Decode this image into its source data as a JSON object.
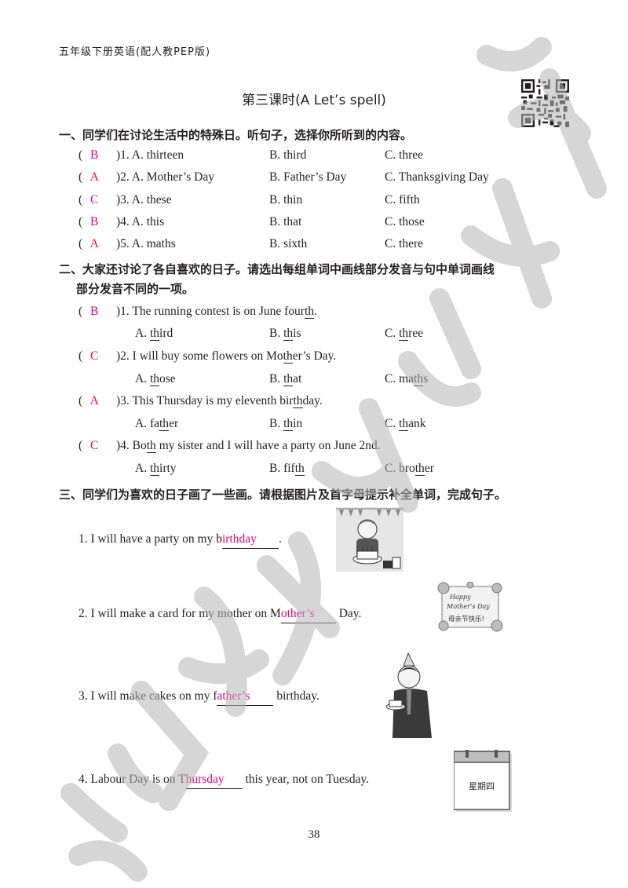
{
  "header": "五年级下册英语(配人教PEP版)",
  "lesson_title": "第三课时(A Let’s spell)",
  "page_number": "38",
  "colors": {
    "answer": "#e4007f",
    "text": "#231f20",
    "watermark": "#b5b5b5"
  },
  "section1": {
    "heading": "一、同学们在讨论生活中的特殊日。听句子，选择你所听到的内容。",
    "items": [
      {
        "answer": "B",
        "num": ")1. A. thirteen",
        "b": "B. third",
        "c": "C. three"
      },
      {
        "answer": "A",
        "num": ")2. A. Mother’s Day",
        "b": "B. Father’s Day",
        "c": "C. Thanksgiving Day"
      },
      {
        "answer": "C",
        "num": ")3. A. these",
        "b": "B. thin",
        "c": "C. fifth"
      },
      {
        "answer": "B",
        "num": ")4. A. this",
        "b": "B. that",
        "c": "C. those"
      },
      {
        "answer": "A",
        "num": ")5. A. maths",
        "b": "B. sixth",
        "c": "C. there"
      }
    ]
  },
  "section2": {
    "heading_line1": "二、大家还讨论了各自喜欢的日子。请选出每组单词中画线部分发音与句中单词画线",
    "heading_line2": "部分发音不同的一项。",
    "items": [
      {
        "answer": "B",
        "sentence_pre": ")1. The running contest is on June four",
        "sentence_ul": "th",
        "sentence_post": ".",
        "a_pre": "A. ",
        "a_ul": "th",
        "a_post": "ird",
        "b_pre": "B. ",
        "b_ul": "th",
        "b_post": "is",
        "c_pre": "C. ",
        "c_ul": "th",
        "c_post": "ree"
      },
      {
        "answer": "C",
        "sentence_pre": ")2. I will buy some flowers on Mo",
        "sentence_ul": "th",
        "sentence_post": "er’s Day.",
        "a_pre": "A. ",
        "a_ul": "th",
        "a_post": "ose",
        "b_pre": "B. ",
        "b_ul": "th",
        "b_post": "at",
        "c_pre": "C. ma",
        "c_ul": "th",
        "c_post": "s"
      },
      {
        "answer": "A",
        "sentence_pre": ")3. This Thursday is my eleventh bir",
        "sentence_ul": "th",
        "sentence_post": "day.",
        "a_pre": "A. fa",
        "a_ul": "th",
        "a_post": "er",
        "b_pre": "B. ",
        "b_ul": "th",
        "b_post": "in",
        "c_pre": "C. ",
        "c_ul": "th",
        "c_post": "ank"
      },
      {
        "answer": "C",
        "sentence_pre": ")4. Bo",
        "sentence_ul": "th",
        "sentence_post": " my sister and I will have a party on June 2nd.",
        "a_pre": "A. ",
        "a_ul": "th",
        "a_post": "irty",
        "b_pre": "B. fif",
        "b_ul": "th",
        "b_post": "",
        "c_pre": "C. bro",
        "c_ul": "th",
        "c_post": "er"
      }
    ]
  },
  "section3": {
    "heading": "三、同学们为喜欢的日子画了一些画。请根据图片及首字母提示补全单词，完成句子。",
    "items": [
      {
        "pre": "1. I will have a party on my b",
        "fill": "irthday",
        "post": "."
      },
      {
        "pre": "2. I will make a card for my mother on M",
        "fill": "other’s",
        "post": " Day."
      },
      {
        "pre": "3. I will make cakes on my f",
        "fill": "ather’s",
        "post": " birthday."
      },
      {
        "pre": "4. Labour Day is on T",
        "fill": "hursday",
        "post": " this year, not on Tuesday."
      }
    ],
    "card_text_line1": "Happy",
    "card_text_line2": "Mother’s Day",
    "card_text_line3": "母亲节快乐!",
    "calendar_text": "星期四"
  }
}
